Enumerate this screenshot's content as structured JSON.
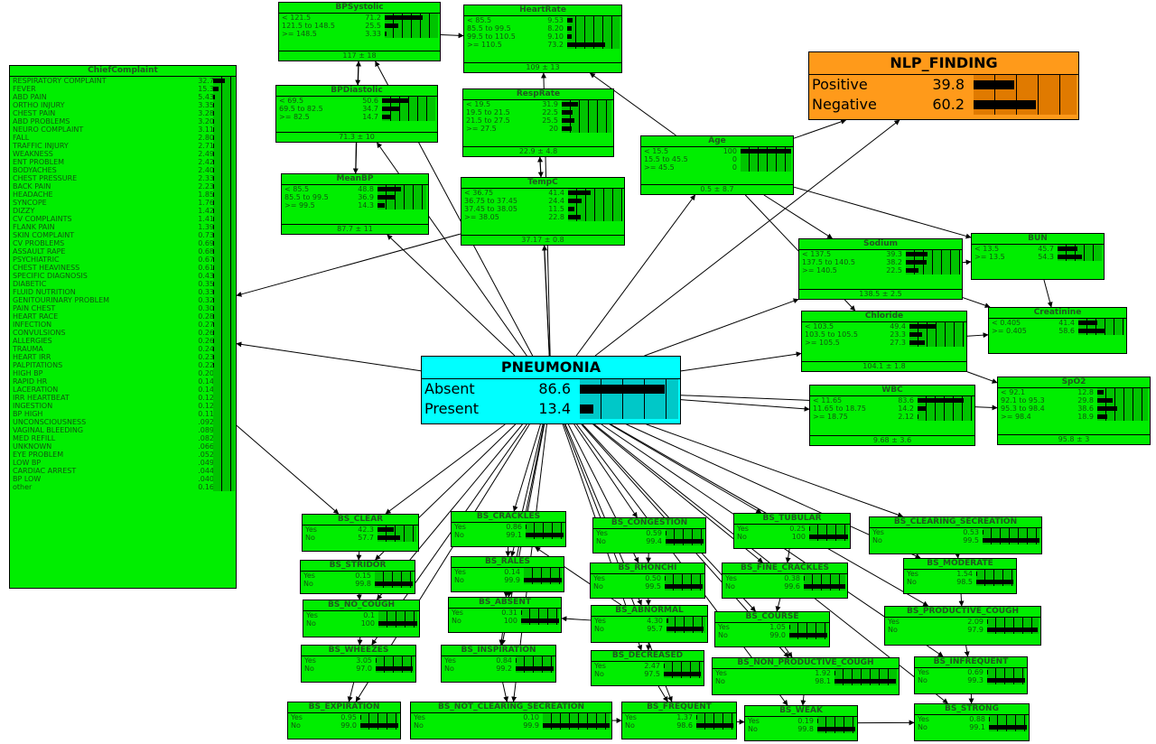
{
  "edges": [
    [
      "pneumonia",
      "bp_systolic"
    ],
    [
      "pneumonia",
      "heart_rate"
    ],
    [
      "pneumonia",
      "bp_diastolic"
    ],
    [
      "pneumonia",
      "resp_rate"
    ],
    [
      "pneumonia",
      "mean_bp"
    ],
    [
      "pneumonia",
      "temp_c"
    ],
    [
      "pneumonia",
      "chief_complaint"
    ],
    [
      "pneumonia",
      "age"
    ],
    [
      "pneumonia",
      "nlp_finding"
    ],
    [
      "pneumonia",
      "sodium"
    ],
    [
      "pneumonia",
      "chloride"
    ],
    [
      "pneumonia",
      "wbc"
    ],
    [
      "pneumonia",
      "spo2"
    ],
    [
      "pneumonia",
      "bs_clear"
    ],
    [
      "pneumonia",
      "bs_stridor"
    ],
    [
      "pneumonia",
      "bs_no_cough"
    ],
    [
      "pneumonia",
      "bs_wheezes"
    ],
    [
      "pneumonia",
      "bs_expiration"
    ],
    [
      "pneumonia",
      "bs_crackles"
    ],
    [
      "pneumonia",
      "bs_rales"
    ],
    [
      "pneumonia",
      "bs_absent"
    ],
    [
      "pneumonia",
      "bs_inspiration"
    ],
    [
      "pneumonia",
      "bs_not_clearing_secretion"
    ],
    [
      "pneumonia",
      "bs_congestion"
    ],
    [
      "pneumonia",
      "bs_rhonchi"
    ],
    [
      "pneumonia",
      "bs_abnormal"
    ],
    [
      "pneumonia",
      "bs_decreased"
    ],
    [
      "pneumonia",
      "bs_frequent"
    ],
    [
      "pneumonia",
      "bs_tubular"
    ],
    [
      "pneumonia",
      "bs_fine_crackles"
    ],
    [
      "pneumonia",
      "bs_course"
    ],
    [
      "pneumonia",
      "bs_non_productive_cough"
    ],
    [
      "pneumonia",
      "bs_weak"
    ],
    [
      "pneumonia",
      "bs_clearing_secreation"
    ],
    [
      "pneumonia",
      "bs_moderate"
    ],
    [
      "pneumonia",
      "bs_productive_cough"
    ],
    [
      "pneumonia",
      "bs_infrequent"
    ],
    [
      "pneumonia",
      "bs_strong"
    ],
    [
      "age",
      "nlp_finding"
    ],
    [
      "age",
      "heart_rate"
    ],
    [
      "age",
      "sodium"
    ],
    [
      "age",
      "bun"
    ],
    [
      "age",
      "chloride"
    ],
    [
      "sodium",
      "bun"
    ],
    [
      "sodium",
      "creatinine"
    ],
    [
      "bun",
      "creatinine"
    ],
    [
      "chloride",
      "creatinine"
    ],
    [
      "chloride",
      "spo2"
    ],
    [
      "chief_complaint",
      "bs_clear"
    ],
    [
      "bp_systolic",
      "heart_rate"
    ],
    [
      "bp_systolic",
      "bp_diastolic"
    ],
    [
      "bp_diastolic",
      "mean_bp"
    ],
    [
      "resp_rate",
      "temp_c"
    ],
    [
      "temp_c",
      "chief_complaint"
    ],
    [
      "mean_bp",
      "bp_systolic"
    ],
    [
      "bs_clear",
      "bs_stridor"
    ],
    [
      "bs_stridor",
      "bs_no_cough"
    ],
    [
      "bs_no_cough",
      "bs_wheezes"
    ],
    [
      "bs_wheezes",
      "bs_expiration"
    ],
    [
      "bs_crackles",
      "bs_rales"
    ],
    [
      "bs_rales",
      "bs_absent"
    ],
    [
      "bs_absent",
      "bs_inspiration"
    ],
    [
      "bs_inspiration",
      "bs_not_clearing_secretion"
    ],
    [
      "bs_congestion",
      "bs_rhonchi"
    ],
    [
      "bs_rhonchi",
      "bs_abnormal"
    ],
    [
      "bs_abnormal",
      "bs_decreased"
    ],
    [
      "bs_decreased",
      "bs_frequent"
    ],
    [
      "bs_tubular",
      "bs_fine_crackles"
    ],
    [
      "bs_fine_crackles",
      "bs_course"
    ],
    [
      "bs_course",
      "bs_non_productive_cough"
    ],
    [
      "bs_non_productive_cough",
      "bs_weak"
    ],
    [
      "bs_weak",
      "bs_strong"
    ],
    [
      "bs_clearing_secreation",
      "bs_moderate"
    ],
    [
      "bs_moderate",
      "bs_productive_cough"
    ],
    [
      "bs_productive_cough",
      "bs_infrequent"
    ],
    [
      "bs_infrequent",
      "bs_strong"
    ],
    [
      "bs_not_clearing_secretion",
      "bs_frequent"
    ],
    [
      "bs_frequent",
      "bs_weak"
    ],
    [
      "bs_abnormal",
      "bs_absent"
    ],
    [
      "bs_abnormal",
      "bs_crackles"
    ]
  ],
  "nodes": {
    "chief_complaint": {
      "title": "ChiefComplaint",
      "rows": [
        [
          "RESPIRATORY COMPLAINT",
          "32.7"
        ],
        [
          "FEVER",
          "15.3"
        ],
        [
          "ABD PAIN",
          "5.43"
        ],
        [
          "ORTHO INJURY",
          "3.35"
        ],
        [
          "CHEST PAIN",
          "3.28"
        ],
        [
          "ABD PROBLEMS",
          "3.20"
        ],
        [
          "NEURO COMPLAINT",
          "3.11"
        ],
        [
          "FALL",
          "2.80"
        ],
        [
          "TRAFFIC INJURY",
          "2.71"
        ],
        [
          "WEAKNESS",
          "2.49"
        ],
        [
          "ENT PROBLEM",
          "2.42"
        ],
        [
          "BODYACHES",
          "2.40"
        ],
        [
          "CHEST PRESSURE",
          "2.33"
        ],
        [
          "BACK PAIN",
          "2.23"
        ],
        [
          "HEADACHE",
          "1.85"
        ],
        [
          "SYNCOPE",
          "1.76"
        ],
        [
          "DIZZY",
          "1.42"
        ],
        [
          "CV COMPLAINTS",
          "1.41"
        ],
        [
          "FLANK PAIN",
          "1.39"
        ],
        [
          "SKIN COMPLAINT",
          "0.73"
        ],
        [
          "CV PROBLEMS",
          "0.69"
        ],
        [
          "ASSAULT RAPE",
          "0.68"
        ],
        [
          "PSYCHIATRIC",
          "0.67"
        ],
        [
          "CHEST HEAVINESS",
          "0.61"
        ],
        [
          "SPECIFIC DIAGNOSIS",
          "0.43"
        ],
        [
          "DIABETIC",
          "0.35"
        ],
        [
          "FLUID NUTRITION",
          "0.33"
        ],
        [
          "GENITOURINARY PROBLEM",
          "0.32"
        ],
        [
          "PAIN CHEST",
          "0.30"
        ],
        [
          "HEART RACE",
          "0.28"
        ],
        [
          "INFECTION",
          "0.27"
        ],
        [
          "CONVULSIONS",
          "0.26"
        ],
        [
          "ALLERGIES",
          "0.26"
        ],
        [
          "TRAUMA",
          "0.24"
        ],
        [
          "HEART IRR",
          "0.23"
        ],
        [
          "PALPITATIONS",
          "0.22"
        ],
        [
          "HIGH BP",
          "0.20"
        ],
        [
          "RAPID HR",
          "0.14"
        ],
        [
          "LACERATION",
          "0.14"
        ],
        [
          "IRR HEARTBEAT",
          "0.12"
        ],
        [
          "INGESTION",
          "0.12"
        ],
        [
          "BP HIGH",
          "0.11"
        ],
        [
          "UNCONSCIOUSNESS",
          ".092"
        ],
        [
          "VAGINAL BLEEDING",
          ".089"
        ],
        [
          "MED REFILL",
          ".082"
        ],
        [
          "UNKNOWN",
          ".066"
        ],
        [
          "EYE PROBLEM",
          ".052"
        ],
        [
          "LOW BP",
          ".049"
        ],
        [
          "CARDIAC ARREST",
          ".044"
        ],
        [
          "BP LOW",
          ".040"
        ],
        [
          "other",
          "0.16"
        ]
      ],
      "foot": ""
    },
    "bp_systolic": {
      "title": "BPSystolic",
      "rows": [
        [
          "< 121.5",
          "71.2"
        ],
        [
          "121.5 to 148.5",
          "25.5"
        ],
        [
          ">= 148.5",
          "3.33"
        ]
      ],
      "foot": "117 ± 18"
    },
    "heart_rate": {
      "title": "HeartRate",
      "rows": [
        [
          "< 85.5",
          "9.53"
        ],
        [
          "85.5 to 99.5",
          "8.20"
        ],
        [
          "99.5 to 110.5",
          "9.10"
        ],
        [
          ">= 110.5",
          "73.2"
        ]
      ],
      "foot": "109 ± 13"
    },
    "bp_diastolic": {
      "title": "BPDiastolic",
      "rows": [
        [
          "< 69.5",
          "50.6"
        ],
        [
          "69.5 to 82.5",
          "34.7"
        ],
        [
          ">= 82.5",
          "14.7"
        ]
      ],
      "foot": "71.3 ± 10"
    },
    "resp_rate": {
      "title": "RespRate",
      "rows": [
        [
          "< 19.5",
          "31.9"
        ],
        [
          "19.5 to 21.5",
          "22.5"
        ],
        [
          "21.5 to 27.5",
          "25.5"
        ],
        [
          ">= 27.5",
          "20"
        ]
      ],
      "foot": "22.9 ± 4.8"
    },
    "mean_bp": {
      "title": "MeanBP",
      "rows": [
        [
          "< 85.5",
          "48.8"
        ],
        [
          "85.5 to 99.5",
          "36.9"
        ],
        [
          ">= 99.5",
          "14.3"
        ]
      ],
      "foot": "87.7 ± 11"
    },
    "temp_c": {
      "title": "TempC",
      "rows": [
        [
          "< 36.75",
          "41.4"
        ],
        [
          "36.75 to 37.45",
          "24.4"
        ],
        [
          "37.45 to 38.05",
          "11.5"
        ],
        [
          ">= 38.05",
          "22.8"
        ]
      ],
      "foot": "37.17 ± 0.8"
    },
    "age": {
      "title": "Age",
      "rows": [
        [
          "< 15.5",
          "100"
        ],
        [
          "15.5 to 45.5",
          "0"
        ],
        [
          ">= 45.5",
          "0"
        ]
      ],
      "foot": "0.5 ± 8.7"
    },
    "nlp_finding": {
      "title": "NLP_FINDING",
      "rows": [
        [
          "Positive",
          "39.8"
        ],
        [
          "Negative",
          "60.2"
        ]
      ],
      "foot": ""
    },
    "sodium": {
      "title": "Sodium",
      "rows": [
        [
          "< 137.5",
          "39.3"
        ],
        [
          "137.5 to 140.5",
          "38.2"
        ],
        [
          ">= 140.5",
          "22.5"
        ]
      ],
      "foot": "138.5 ± 2.5"
    },
    "bun": {
      "title": "BUN",
      "rows": [
        [
          "< 13.5",
          "45.7"
        ],
        [
          ">= 13.5",
          "54.3"
        ]
      ],
      "foot": ""
    },
    "chloride": {
      "title": "Chloride",
      "rows": [
        [
          "< 103.5",
          "49.4"
        ],
        [
          "103.5 to 105.5",
          "23.3"
        ],
        [
          ">= 105.5",
          "27.3"
        ]
      ],
      "foot": "104.1 ± 1.8"
    },
    "creatinine": {
      "title": "Creatinine",
      "rows": [
        [
          "< 0.405",
          "41.4"
        ],
        [
          ">= 0.405",
          "58.6"
        ]
      ],
      "foot": ""
    },
    "wbc": {
      "title": "WBC",
      "rows": [
        [
          "< 11.65",
          "83.6"
        ],
        [
          "11.65 to 18.75",
          "14.2"
        ],
        [
          ">= 18.75",
          "2.12"
        ]
      ],
      "foot": "9.68 ± 3.6"
    },
    "spo2": {
      "title": "SpO2",
      "rows": [
        [
          "< 92.1",
          "12.8"
        ],
        [
          "92.1 to 95.3",
          "29.8"
        ],
        [
          "95.3 to 98.4",
          "38.6"
        ],
        [
          ">= 98.4",
          "18.9"
        ]
      ],
      "foot": "95.8 ± 3"
    },
    "pneumonia": {
      "title": "PNEUMONIA",
      "rows": [
        [
          "Absent",
          "86.6"
        ],
        [
          "Present",
          "13.4"
        ]
      ],
      "foot": ""
    },
    "bs_clear": {
      "title": "BS_CLEAR",
      "rows": [
        [
          "Yes",
          "42.3"
        ],
        [
          "No",
          "57.7"
        ]
      ],
      "foot": ""
    },
    "bs_stridor": {
      "title": "BS_STRIDOR",
      "rows": [
        [
          "Yes",
          "0.15"
        ],
        [
          "No",
          "99.8"
        ]
      ],
      "foot": ""
    },
    "bs_no_cough": {
      "title": "BS_NO_COUGH",
      "rows": [
        [
          "Yes",
          "0.1"
        ],
        [
          "No",
          "100"
        ]
      ],
      "foot": ""
    },
    "bs_wheezes": {
      "title": "BS_WHEEZES",
      "rows": [
        [
          "Yes",
          "3.05"
        ],
        [
          "No",
          "97.0"
        ]
      ],
      "foot": ""
    },
    "bs_expiration": {
      "title": "BS_EXPIRATION",
      "rows": [
        [
          "Yes",
          "0.95"
        ],
        [
          "No",
          "99.0"
        ]
      ],
      "foot": ""
    },
    "bs_crackles": {
      "title": "BS_CRACKLES",
      "rows": [
        [
          "Yes",
          "0.86"
        ],
        [
          "No",
          "99.1"
        ]
      ],
      "foot": ""
    },
    "bs_rales": {
      "title": "BS_RALES",
      "rows": [
        [
          "Yes",
          "0.14"
        ],
        [
          "No",
          "99.9"
        ]
      ],
      "foot": ""
    },
    "bs_absent": {
      "title": "BS_ABSENT",
      "rows": [
        [
          "Yes",
          "0.31"
        ],
        [
          "No",
          "100"
        ]
      ],
      "foot": ""
    },
    "bs_inspiration": {
      "title": "BS_INSPIRATION",
      "rows": [
        [
          "Yes",
          "0.84"
        ],
        [
          "No",
          "99.2"
        ]
      ],
      "foot": ""
    },
    "bs_not_clearing_secretion": {
      "title": "BS_NOT_CLEARING_SECREATION",
      "rows": [
        [
          "Yes",
          "0.10"
        ],
        [
          "No",
          "99.9"
        ]
      ],
      "foot": ""
    },
    "bs_congestion": {
      "title": "BS_CONGESTION",
      "rows": [
        [
          "Yes",
          "0.59"
        ],
        [
          "No",
          "99.4"
        ]
      ],
      "foot": ""
    },
    "bs_rhonchi": {
      "title": "BS_RHONCHI",
      "rows": [
        [
          "Yes",
          "0.50"
        ],
        [
          "No",
          "99.5"
        ]
      ],
      "foot": ""
    },
    "bs_abnormal": {
      "title": "BS_ABNORMAL",
      "rows": [
        [
          "Yes",
          "4.30"
        ],
        [
          "No",
          "95.7"
        ]
      ],
      "foot": ""
    },
    "bs_decreased": {
      "title": "BS_DECREASED",
      "rows": [
        [
          "Yes",
          "2.47"
        ],
        [
          "No",
          "97.5"
        ]
      ],
      "foot": ""
    },
    "bs_frequent": {
      "title": "BS_FREQUENT",
      "rows": [
        [
          "Yes",
          "1.37"
        ],
        [
          "No",
          "98.6"
        ]
      ],
      "foot": ""
    },
    "bs_tubular": {
      "title": "BS_TUBULAR",
      "rows": [
        [
          "Yes",
          "0.25"
        ],
        [
          "No",
          "100"
        ]
      ],
      "foot": ""
    },
    "bs_fine_crackles": {
      "title": "BS_FINE_CRACKLES",
      "rows": [
        [
          "Yes",
          "0.38"
        ],
        [
          "No",
          "99.6"
        ]
      ],
      "foot": ""
    },
    "bs_course": {
      "title": "BS_COURSE",
      "rows": [
        [
          "Yes",
          "1.05"
        ],
        [
          "No",
          "99.0"
        ]
      ],
      "foot": ""
    },
    "bs_non_productive_cough": {
      "title": "BS_NON_PRODUCTIVE_COUGH",
      "rows": [
        [
          "Yes",
          "1.92"
        ],
        [
          "No",
          "98.1"
        ]
      ],
      "foot": ""
    },
    "bs_weak": {
      "title": "BS_WEAK",
      "rows": [
        [
          "Yes",
          "0.19"
        ],
        [
          "No",
          "99.8"
        ]
      ],
      "foot": ""
    },
    "bs_clearing_secreation": {
      "title": "BS_CLEARING_SECREATION",
      "rows": [
        [
          "Yes",
          "0.53"
        ],
        [
          "No",
          "99.5"
        ]
      ],
      "foot": ""
    },
    "bs_moderate": {
      "title": "BS_MODERATE",
      "rows": [
        [
          "Yes",
          "1.54"
        ],
        [
          "No",
          "98.5"
        ]
      ],
      "foot": ""
    },
    "bs_productive_cough": {
      "title": "BS_PRODUCTIVE_COUGH",
      "rows": [
        [
          "Yes",
          "2.09"
        ],
        [
          "No",
          "97.9"
        ]
      ],
      "foot": ""
    },
    "bs_infrequent": {
      "title": "BS_INFREQUENT",
      "rows": [
        [
          "Yes",
          "0.69"
        ],
        [
          "No",
          "99.3"
        ]
      ],
      "foot": ""
    },
    "bs_strong": {
      "title": "BS_STRONG",
      "rows": [
        [
          "Yes",
          "0.88"
        ],
        [
          "No",
          "99.1"
        ]
      ],
      "foot": ""
    }
  }
}
